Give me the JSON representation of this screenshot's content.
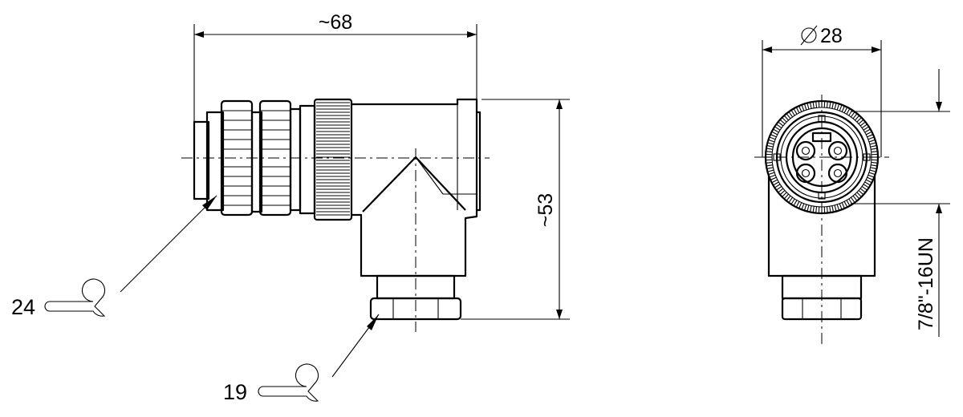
{
  "dimensions": {
    "length": "~68",
    "height": "~53",
    "diameter": "28",
    "thread": "7/8\"-16UN"
  },
  "wrench_sizes": {
    "coupling_nut": "24",
    "cable_gland": "19"
  },
  "icons": {
    "wrench": "wrench-icon",
    "diameter": "diameter-symbol-icon"
  }
}
